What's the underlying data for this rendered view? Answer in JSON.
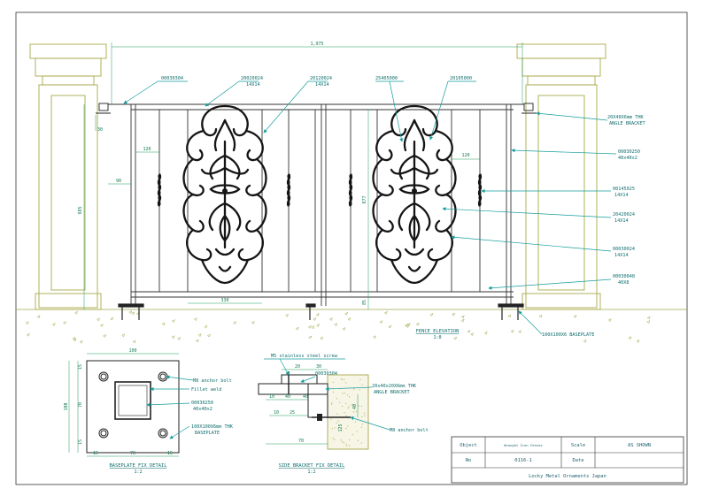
{
  "colors": {
    "leader": "#159d9d",
    "dimension": "#1b9b5a",
    "pillar": "#a8a84a",
    "ironwork": "#151515",
    "ground": "#9ea84a"
  },
  "elevation": {
    "overall_width": "1,975",
    "title": "FENCE ELEVATION",
    "scale": "1:8",
    "part_labels": {
      "top_rail_code": "00030304",
      "panel_left_code": "20020024",
      "panel_left_size": "14X14",
      "panel_center_code": "20120024",
      "panel_center_size": "14X14",
      "scroll_left_code": "25405000",
      "scroll_right_code": "20105000",
      "bracket_top": "20X40X6mm THK",
      "bracket_bottom": "ANGLE BRACKET",
      "post_code": "00030250",
      "post_size": "40x40x2",
      "twist_code": "00145025",
      "twist_size": "14X14",
      "oval_code": "20420024",
      "oval_size": "14X14",
      "picket_code": "00030024",
      "picket_size": "14X14",
      "bottom_rail_code": "00030048",
      "bottom_rail_size": "40X8",
      "baseplate": "100X100X6 BASEPLATE"
    },
    "dims": {
      "d30": "30",
      "d120_left": "120",
      "d120_right": "120",
      "d90": "90",
      "d985": "985",
      "d877": "877",
      "d330": "330",
      "d85": "85"
    }
  },
  "baseplate_detail": {
    "title": "BASEPLATE FIX DETAIL",
    "scale": "1:2",
    "labels": {
      "anchor": "M8 anchor bolt",
      "weld": "Fillet weld",
      "post_code": "00030250",
      "post_size": "40x40x2",
      "plate_top": "100X100X6mm THK",
      "plate_bottom": "BASEPLATE"
    },
    "dims": {
      "top": "100",
      "side": "100",
      "s15a": "15",
      "s70a": "70",
      "s15b": "15",
      "b15a": "15",
      "b70": "70",
      "b15b": "15"
    }
  },
  "side_bracket_detail": {
    "title": "SIDE BRACKET FIX DETAIL",
    "scale": "1:2",
    "labels": {
      "screw": "M5 stainless steel screw",
      "rail_code": "00030304",
      "bracket_top": "20x40x20X6mm THK",
      "bracket_bottom": "ANGLE BRACKET",
      "anchor": "M8 anchor bolt"
    },
    "dims": {
      "t20": "20",
      "t30": "30",
      "l10": "10",
      "l40a": "40",
      "l40b": "40",
      "b10": "10",
      "b25": "25",
      "b70": "70",
      "v40": "40",
      "v125": "125"
    }
  },
  "title_block": {
    "object_label": "Object",
    "object_value": "Wrought Iron Fences",
    "scale_label": "Scale",
    "scale_value": "AS SHOWN",
    "no_label": "No",
    "no_value": "0116-1",
    "date_label": "Date",
    "date_value": "",
    "company": "Locky Metal Ornaments Japan"
  }
}
